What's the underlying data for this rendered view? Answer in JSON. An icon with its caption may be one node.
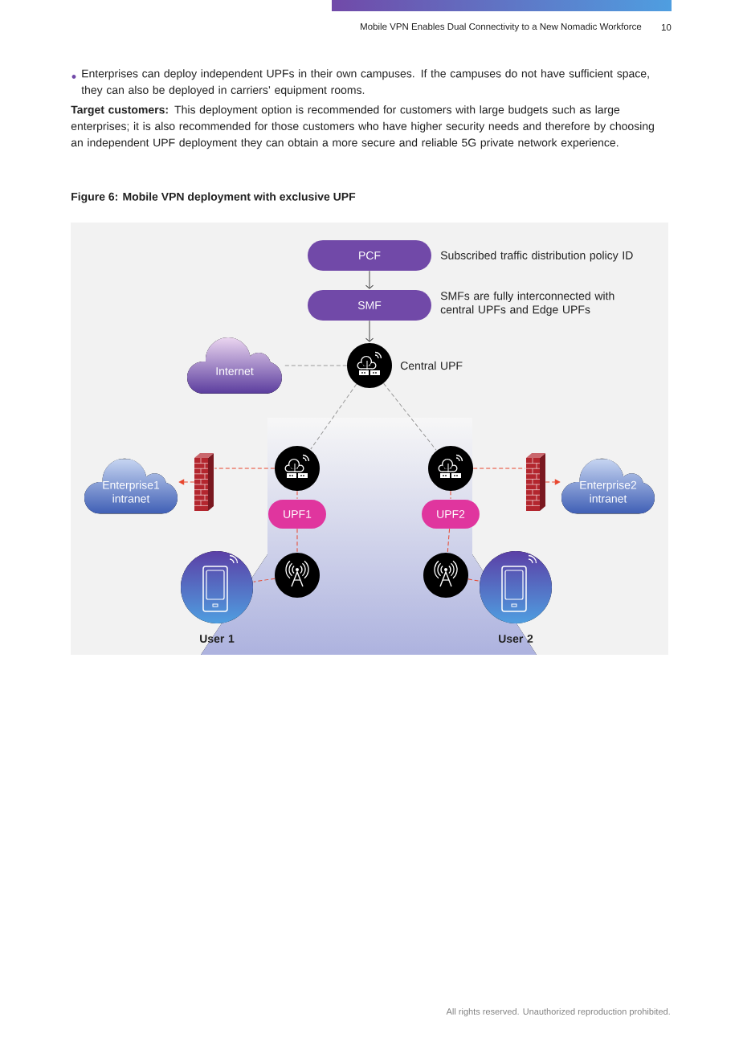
{
  "diagram": {
    "title": "Figure 6: Mobile VPN deployment with exclusive UPF",
    "nodes": [
      {
        "text": [
          "PCF"
        ],
        "beside": [
          "Subscribed traffic distribution policy ID"
        ]
      },
      {
        "text": [
          "SMF"
        ],
        "beside": [
          "SMFs are fully interconnected with central UPFs and Edge UPFs"
        ]
      },
      {
        "text": [
          "Internet"
        ]
      },
      {
        "text": [],
        "shape": "circle",
        "beside": [
          "Central UPF"
        ]
      },
      {
        "text": [
          "Enterprise1 intranet"
        ]
      },
      {
        "text": [],
        "shape": "wall"
      },
      {
        "text": [],
        "shape": "circle"
      },
      {
        "text": [
          "UPF1"
        ]
      },
      {
        "text": [],
        "shape": "circle"
      },
      {
        "text": [],
        "shape": "circle",
        "beside": [
          "User 1"
        ]
      },
      {
        "text": [],
        "shape": "circle"
      },
      {
        "text": [
          "UPF2"
        ]
      },
      {
        "text": [],
        "shape": "wall"
      },
      {
        "text": [
          "Enterprise2 intranet"
        ]
      },
      {
        "text": [],
        "shape": "circle"
      },
      {
        "text": [],
        "shape": "circle",
        "beside": [
          "User 2"
        ]
      }
    ],
    "edges": [
      {
        "from": 0,
        "to": 1,
        "arrow": "to",
        "color": "#444444"
      },
      {
        "from": 1,
        "to": 3,
        "arrow": "to",
        "color": "#444444"
      },
      {
        "from": 3,
        "to": 2,
        "arrow": "none",
        "style": "dashed",
        "color": "#999999"
      },
      {
        "from": 3,
        "to": 6,
        "arrow": "none",
        "style": "dashed",
        "color": "#999999"
      },
      {
        "from": 3,
        "to": 10,
        "arrow": "none",
        "style": "dashed",
        "color": "#999999"
      },
      {
        "from": 6,
        "to": 5,
        "arrow": "none",
        "style": "dashed"
      },
      {
        "from": 5,
        "to": 4,
        "arrow": "to",
        "style": "dashed"
      },
      {
        "from": 6,
        "to": 7,
        "arrow": "none",
        "style": "dashed"
      },
      {
        "from": 7,
        "to": 8,
        "arrow": "none",
        "style": "dashed"
      },
      {
        "from": 8,
        "to": 9,
        "arrow": "none",
        "style": "dashed"
      },
      {
        "from": 10,
        "to": 12,
        "arrow": "none",
        "style": "dashed"
      },
      {
        "from": 12,
        "to": 13,
        "arrow": "to",
        "style": "dashed"
      },
      {
        "from": 10,
        "to": 11,
        "arrow": "none",
        "style": "dashed"
      },
      {
        "from": 11,
        "to": 14,
        "arrow": "none",
        "style": "dashed"
      },
      {
        "from": 14,
        "to": 15,
        "arrow": "none",
        "style": "dashed"
      }
    ],
    "labels": [
      "Mobile VPN Enables Dual Connectivity to a New Nomadic Workforce",
      "10",
      "Enterprises can deploy independent UPFs in their own campuses. If the campuses do not have sufficient space, they can also be deployed in carriers’ equipment rooms.",
      "**Target customers:** This deployment option is recommended for customers with large budgets such as large enterprises; it is also recommended for those customers who have higher security needs and therefore by choosing an independent UPF deployment they can obtain a more secure and reliable 5G private network experience.",
      "All rights reserved. Unauthorized reproduction prohibited."
    ]
  }
}
